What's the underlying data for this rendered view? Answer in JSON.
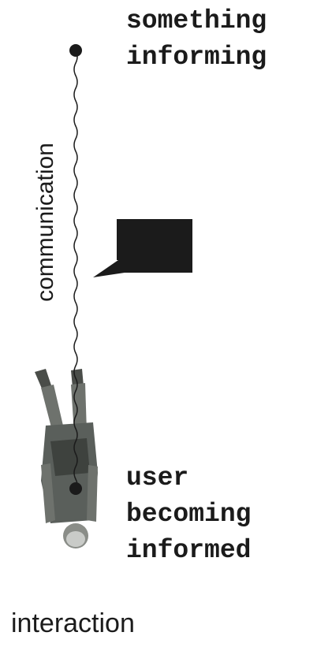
{
  "diagram": {
    "top_label_lines": [
      "something",
      "informing"
    ],
    "bottom_label_lines": [
      "user",
      "becoming",
      "informed"
    ],
    "vertical_label": "communication",
    "footer_label": "interaction",
    "colors": {
      "ink": "#1b1b1b",
      "figure_dark": "#3a3d3a",
      "figure_mid": "#5a5f5b",
      "figure_light": "#c9cbc8"
    },
    "icons": [
      "speech-bubble-icon",
      "person-figure-icon"
    ]
  }
}
